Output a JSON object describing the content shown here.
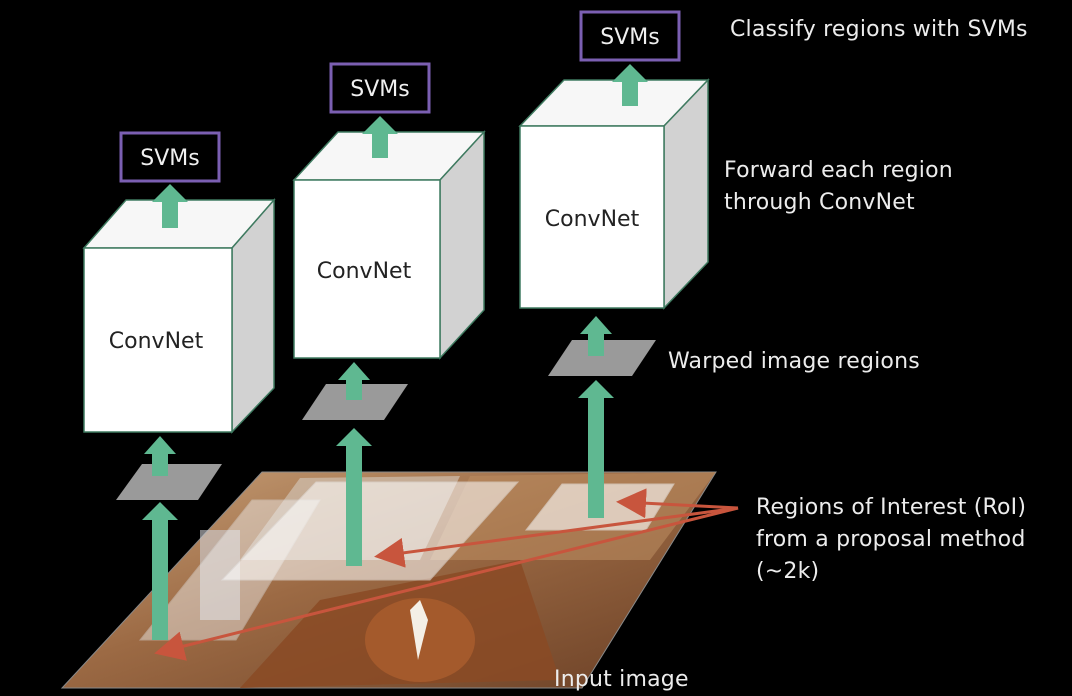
{
  "diagram": {
    "columns": [
      {
        "svm_label": "SVMs",
        "convnet_label": "ConvNet"
      },
      {
        "svm_label": "SVMs",
        "convnet_label": "ConvNet"
      },
      {
        "svm_label": "SVMs",
        "convnet_label": "ConvNet"
      }
    ],
    "annotations": {
      "classify": "Classify regions with SVMs",
      "forward_line1": "Forward each region",
      "forward_line2": "through  ConvNet",
      "warped": "Warped image regions",
      "roi_line1": "Regions of Interest (RoI)",
      "roi_line2": "from a proposal method",
      "roi_line3": "(~2k)",
      "input": "Input image"
    },
    "colors": {
      "background": "#000000",
      "arrow": "#5fb891",
      "box_border": "#3f7a60",
      "svm_border": "#7b5fb2",
      "pointer": "#c8553d",
      "warp": "#9a9a9a"
    }
  }
}
